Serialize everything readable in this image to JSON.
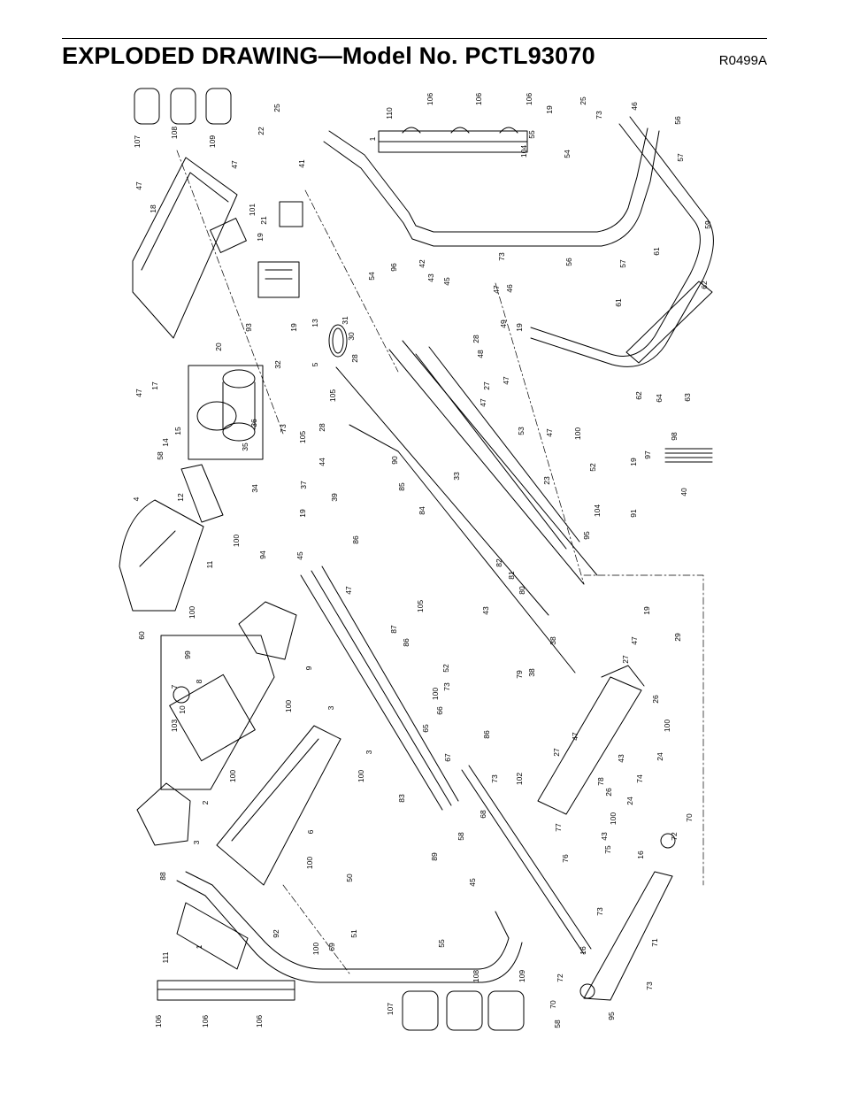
{
  "page": {
    "title": "EXPLODED DRAWING—Model No. PCTL93070",
    "code": "R0499A"
  },
  "drawing": {
    "part_labels": [
      {
        "id": "l1",
        "text": "107"
      },
      {
        "id": "l2",
        "text": "108"
      },
      {
        "id": "l3",
        "text": "109"
      },
      {
        "id": "l4",
        "text": "22"
      },
      {
        "id": "l5",
        "text": "25"
      },
      {
        "id": "l6",
        "text": "41"
      },
      {
        "id": "l7",
        "text": "47"
      },
      {
        "id": "l8",
        "text": "47"
      },
      {
        "id": "l9",
        "text": "18"
      },
      {
        "id": "l10",
        "text": "101"
      },
      {
        "id": "l11",
        "text": "21"
      },
      {
        "id": "l12",
        "text": "19"
      },
      {
        "id": "l13",
        "text": "93"
      },
      {
        "id": "l14",
        "text": "19"
      },
      {
        "id": "l15",
        "text": "20"
      },
      {
        "id": "l16",
        "text": "47"
      },
      {
        "id": "l17",
        "text": "17"
      },
      {
        "id": "l18",
        "text": "32"
      },
      {
        "id": "l19",
        "text": "5"
      },
      {
        "id": "l20",
        "text": "13"
      },
      {
        "id": "l21",
        "text": "31"
      },
      {
        "id": "l22",
        "text": "30"
      },
      {
        "id": "l23",
        "text": "28"
      },
      {
        "id": "l24",
        "text": "14"
      },
      {
        "id": "l25",
        "text": "15"
      },
      {
        "id": "l26",
        "text": "58"
      },
      {
        "id": "l27",
        "text": "35"
      },
      {
        "id": "l28",
        "text": "36"
      },
      {
        "id": "l29",
        "text": "34"
      },
      {
        "id": "l30",
        "text": "73"
      },
      {
        "id": "l31",
        "text": "105"
      },
      {
        "id": "l32",
        "text": "105"
      },
      {
        "id": "l33",
        "text": "28"
      },
      {
        "id": "l34",
        "text": "4"
      },
      {
        "id": "l35",
        "text": "12"
      },
      {
        "id": "l36",
        "text": "37"
      },
      {
        "id": "l37",
        "text": "44"
      },
      {
        "id": "l38",
        "text": "39"
      },
      {
        "id": "l39",
        "text": "90"
      },
      {
        "id": "l40",
        "text": "85"
      },
      {
        "id": "l41",
        "text": "19"
      },
      {
        "id": "l42",
        "text": "94"
      },
      {
        "id": "l43",
        "text": "100"
      },
      {
        "id": "l44",
        "text": "45"
      },
      {
        "id": "l45",
        "text": "11"
      },
      {
        "id": "l46",
        "text": "100"
      },
      {
        "id": "l47",
        "text": "60"
      },
      {
        "id": "l48",
        "text": "86"
      },
      {
        "id": "l49",
        "text": "47"
      },
      {
        "id": "l50",
        "text": "87"
      },
      {
        "id": "l51",
        "text": "105"
      },
      {
        "id": "l52",
        "text": "84"
      },
      {
        "id": "l53",
        "text": "9"
      },
      {
        "id": "l54",
        "text": "99"
      },
      {
        "id": "l55",
        "text": "7"
      },
      {
        "id": "l56",
        "text": "8"
      },
      {
        "id": "l57",
        "text": "10"
      },
      {
        "id": "l58",
        "text": "103"
      },
      {
        "id": "l59",
        "text": "2"
      },
      {
        "id": "l60",
        "text": "100"
      },
      {
        "id": "l61",
        "text": "3"
      },
      {
        "id": "l62",
        "text": "3"
      },
      {
        "id": "l63",
        "text": "100"
      },
      {
        "id": "l64",
        "text": "100"
      },
      {
        "id": "l65",
        "text": "86"
      },
      {
        "id": "l66",
        "text": "52"
      },
      {
        "id": "l67",
        "text": "100"
      },
      {
        "id": "l68",
        "text": "73"
      },
      {
        "id": "l69",
        "text": "65"
      },
      {
        "id": "l70",
        "text": "66"
      },
      {
        "id": "l71",
        "text": "86"
      },
      {
        "id": "l72",
        "text": "67"
      },
      {
        "id": "l73",
        "text": "73"
      },
      {
        "id": "l74",
        "text": "6"
      },
      {
        "id": "l75",
        "text": "88"
      },
      {
        "id": "l76",
        "text": "3"
      },
      {
        "id": "l77",
        "text": "100"
      },
      {
        "id": "l78",
        "text": "83"
      },
      {
        "id": "l79",
        "text": "58"
      },
      {
        "id": "l80",
        "text": "68"
      },
      {
        "id": "l81",
        "text": "89"
      },
      {
        "id": "l82",
        "text": "45"
      },
      {
        "id": "l83",
        "text": "50"
      },
      {
        "id": "l84",
        "text": "92"
      },
      {
        "id": "l85",
        "text": "69"
      },
      {
        "id": "l86",
        "text": "100"
      },
      {
        "id": "l87",
        "text": "51"
      },
      {
        "id": "l88",
        "text": "1"
      },
      {
        "id": "l89",
        "text": "111"
      },
      {
        "id": "l90",
        "text": "55"
      },
      {
        "id": "l91",
        "text": "106"
      },
      {
        "id": "l92",
        "text": "106"
      },
      {
        "id": "l93",
        "text": "106"
      },
      {
        "id": "l94",
        "text": "107"
      },
      {
        "id": "l95",
        "text": "108"
      },
      {
        "id": "l96",
        "text": "109"
      },
      {
        "id": "l97",
        "text": "110"
      },
      {
        "id": "l98",
        "text": "106"
      },
      {
        "id": "l99",
        "text": "106"
      },
      {
        "id": "l100",
        "text": "106"
      },
      {
        "id": "l101",
        "text": "1"
      },
      {
        "id": "l102",
        "text": "19"
      },
      {
        "id": "l103",
        "text": "55"
      },
      {
        "id": "l104",
        "text": "104"
      },
      {
        "id": "l105",
        "text": "25"
      },
      {
        "id": "l106",
        "text": "73"
      },
      {
        "id": "l107",
        "text": "54"
      },
      {
        "id": "l108",
        "text": "46"
      },
      {
        "id": "l109",
        "text": "56"
      },
      {
        "id": "l110",
        "text": "57"
      },
      {
        "id": "l111",
        "text": "59"
      },
      {
        "id": "l112",
        "text": "54"
      },
      {
        "id": "l113",
        "text": "96"
      },
      {
        "id": "l114",
        "text": "42"
      },
      {
        "id": "l115",
        "text": "43"
      },
      {
        "id": "l116",
        "text": "45"
      },
      {
        "id": "l117",
        "text": "47"
      },
      {
        "id": "l118",
        "text": "73"
      },
      {
        "id": "l119",
        "text": "56"
      },
      {
        "id": "l120",
        "text": "57"
      },
      {
        "id": "l121",
        "text": "46"
      },
      {
        "id": "l122",
        "text": "61"
      },
      {
        "id": "l123",
        "text": "62"
      },
      {
        "id": "l124",
        "text": "61"
      },
      {
        "id": "l125",
        "text": "49"
      },
      {
        "id": "l126",
        "text": "19"
      },
      {
        "id": "l127",
        "text": "28"
      },
      {
        "id": "l128",
        "text": "48"
      },
      {
        "id": "l129",
        "text": "47"
      },
      {
        "id": "l130",
        "text": "62"
      },
      {
        "id": "l131",
        "text": "64"
      },
      {
        "id": "l132",
        "text": "63"
      },
      {
        "id": "l133",
        "text": "27"
      },
      {
        "id": "l134",
        "text": "47"
      },
      {
        "id": "l135",
        "text": "53"
      },
      {
        "id": "l136",
        "text": "47"
      },
      {
        "id": "l137",
        "text": "100"
      },
      {
        "id": "l138",
        "text": "33"
      },
      {
        "id": "l139",
        "text": "23"
      },
      {
        "id": "l140",
        "text": "52"
      },
      {
        "id": "l141",
        "text": "19"
      },
      {
        "id": "l142",
        "text": "97"
      },
      {
        "id": "l143",
        "text": "98"
      },
      {
        "id": "l144",
        "text": "40"
      },
      {
        "id": "l145",
        "text": "91"
      },
      {
        "id": "l146",
        "text": "104"
      },
      {
        "id": "l147",
        "text": "95"
      },
      {
        "id": "l148",
        "text": "82"
      },
      {
        "id": "l149",
        "text": "81"
      },
      {
        "id": "l150",
        "text": "80"
      },
      {
        "id": "l151",
        "text": "43"
      },
      {
        "id": "l152",
        "text": "19"
      },
      {
        "id": "l153",
        "text": "29"
      },
      {
        "id": "l154",
        "text": "38"
      },
      {
        "id": "l155",
        "text": "47"
      },
      {
        "id": "l156",
        "text": "27"
      },
      {
        "id": "l157",
        "text": "79"
      },
      {
        "id": "l158",
        "text": "38"
      },
      {
        "id": "l159",
        "text": "47"
      },
      {
        "id": "l160",
        "text": "26"
      },
      {
        "id": "l161",
        "text": "100"
      },
      {
        "id": "l162",
        "text": "43"
      },
      {
        "id": "l163",
        "text": "24"
      },
      {
        "id": "l164",
        "text": "27"
      },
      {
        "id": "l165",
        "text": "102"
      },
      {
        "id": "l166",
        "text": "78"
      },
      {
        "id": "l167",
        "text": "74"
      },
      {
        "id": "l168",
        "text": "26"
      },
      {
        "id": "l169",
        "text": "24"
      },
      {
        "id": "l170",
        "text": "100"
      },
      {
        "id": "l171",
        "text": "43"
      },
      {
        "id": "l172",
        "text": "75"
      },
      {
        "id": "l173",
        "text": "77"
      },
      {
        "id": "l174",
        "text": "76"
      },
      {
        "id": "l175",
        "text": "70"
      },
      {
        "id": "l176",
        "text": "72"
      },
      {
        "id": "l177",
        "text": "16"
      },
      {
        "id": "l178",
        "text": "73"
      },
      {
        "id": "l179",
        "text": "71"
      },
      {
        "id": "l180",
        "text": "16"
      },
      {
        "id": "l181",
        "text": "72"
      },
      {
        "id": "l182",
        "text": "70"
      },
      {
        "id": "l183",
        "text": "73"
      },
      {
        "id": "l184",
        "text": "58"
      },
      {
        "id": "l185",
        "text": "95"
      }
    ]
  }
}
